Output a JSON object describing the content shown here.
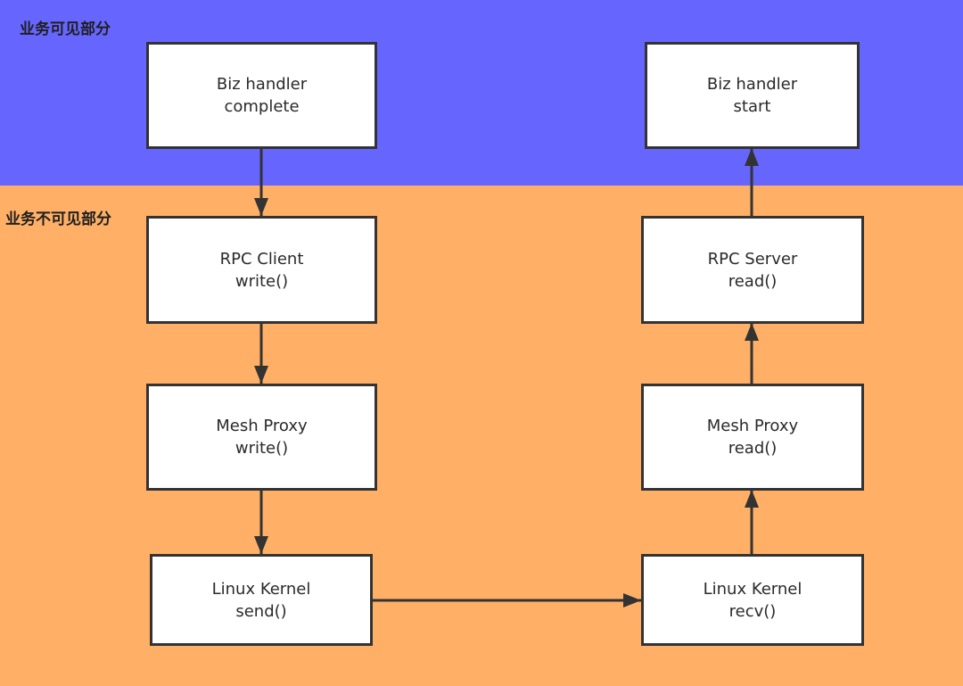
{
  "regions": {
    "visible": {
      "label": "业务可见部分",
      "color": "#6666ff"
    },
    "invisible": {
      "label": "业务不可见部分",
      "color": "#ffb066"
    }
  },
  "nodes": {
    "biz_complete": {
      "line1": "Biz handler",
      "line2": "complete"
    },
    "biz_start": {
      "line1": "Biz handler",
      "line2": "start"
    },
    "rpc_client": {
      "line1": "RPC Client",
      "line2": "write()"
    },
    "rpc_server": {
      "line1": "RPC Server",
      "line2": "read()"
    },
    "mesh_write": {
      "line1": "Mesh Proxy",
      "line2": "write()"
    },
    "mesh_read": {
      "line1": "Mesh Proxy",
      "line2": "read()"
    },
    "kernel_send": {
      "line1": "Linux Kernel",
      "line2": "send()"
    },
    "kernel_recv": {
      "line1": "Linux Kernel",
      "line2": "recv()"
    }
  },
  "edges": [
    {
      "from": "biz_complete",
      "to": "rpc_client"
    },
    {
      "from": "rpc_client",
      "to": "mesh_write"
    },
    {
      "from": "mesh_write",
      "to": "kernel_send"
    },
    {
      "from": "kernel_send",
      "to": "kernel_recv"
    },
    {
      "from": "kernel_recv",
      "to": "mesh_read"
    },
    {
      "from": "mesh_read",
      "to": "rpc_server"
    },
    {
      "from": "rpc_server",
      "to": "biz_start"
    }
  ],
  "style": {
    "node_border": "#333333",
    "edge_color": "#333333"
  }
}
